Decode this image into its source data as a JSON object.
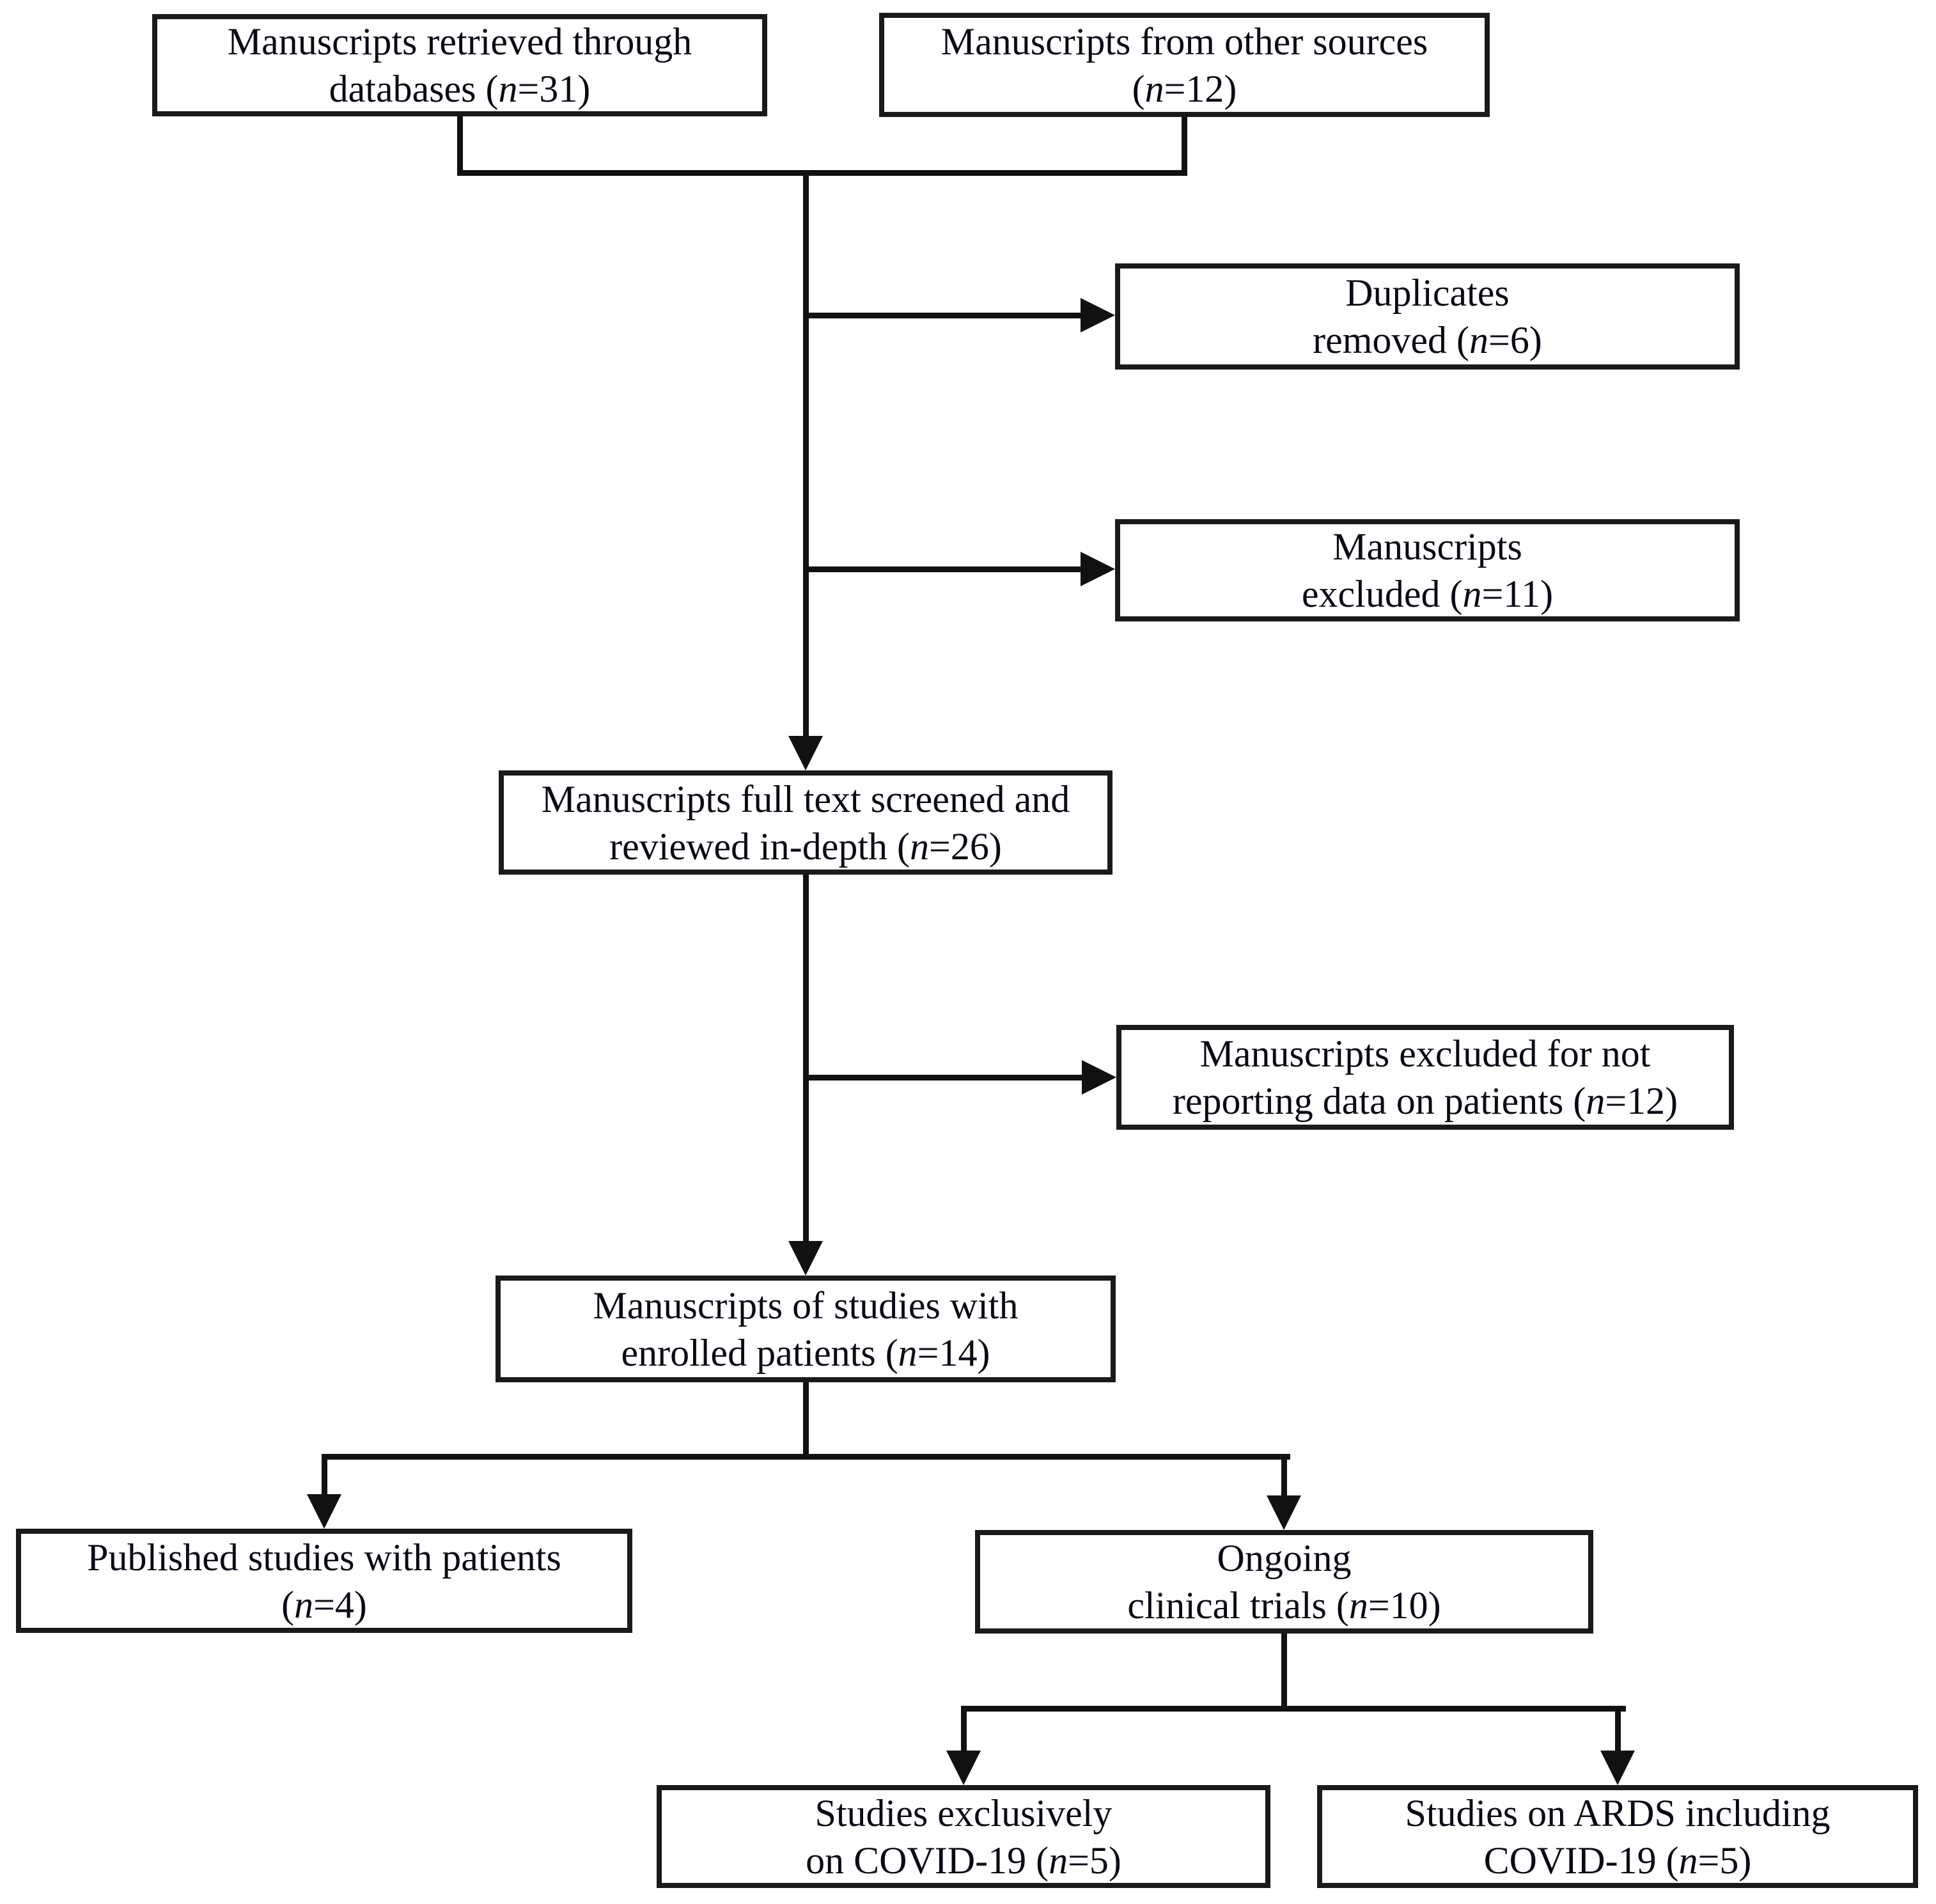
{
  "diagram": {
    "type": "flowchart",
    "colors": {
      "background": "#ffffff",
      "box_border": "#1a1a1a",
      "line": "#111111",
      "text": "#0a0a14"
    },
    "boxes": [
      {
        "name": "retrieved-databases",
        "lines": [
          "Manuscripts retrieved through",
          "databases (n=31)"
        ]
      },
      {
        "name": "other-sources",
        "lines": [
          "Manuscripts from other sources",
          "(n=12)"
        ]
      },
      {
        "name": "duplicates-removed",
        "lines": [
          "Duplicates",
          "removed (n=6)"
        ]
      },
      {
        "name": "manuscripts-excluded",
        "lines": [
          "Manuscripts",
          "excluded (n=11)"
        ]
      },
      {
        "name": "full-text-screened",
        "lines": [
          "Manuscripts full text screened and",
          "reviewed in-depth (n=26)"
        ]
      },
      {
        "name": "excluded-not-reporting",
        "lines": [
          "Manuscripts excluded for not",
          "reporting data on patients (n=12)"
        ]
      },
      {
        "name": "enrolled-patients",
        "lines": [
          "Manuscripts of studies with",
          "enrolled patients (n=14)"
        ]
      },
      {
        "name": "published-studies",
        "lines": [
          "Published studies with patients",
          "(n=4)"
        ]
      },
      {
        "name": "ongoing-trials",
        "lines": [
          "Ongoing",
          "clinical trials (n=10)"
        ]
      },
      {
        "name": "covid-exclusive",
        "lines": [
          "Studies exclusively",
          "on COVID-19 (n=5)"
        ]
      },
      {
        "name": "ards-including-covid",
        "lines": [
          "Studies on ARDS including",
          "COVID-19 (n=5)"
        ]
      }
    ]
  }
}
